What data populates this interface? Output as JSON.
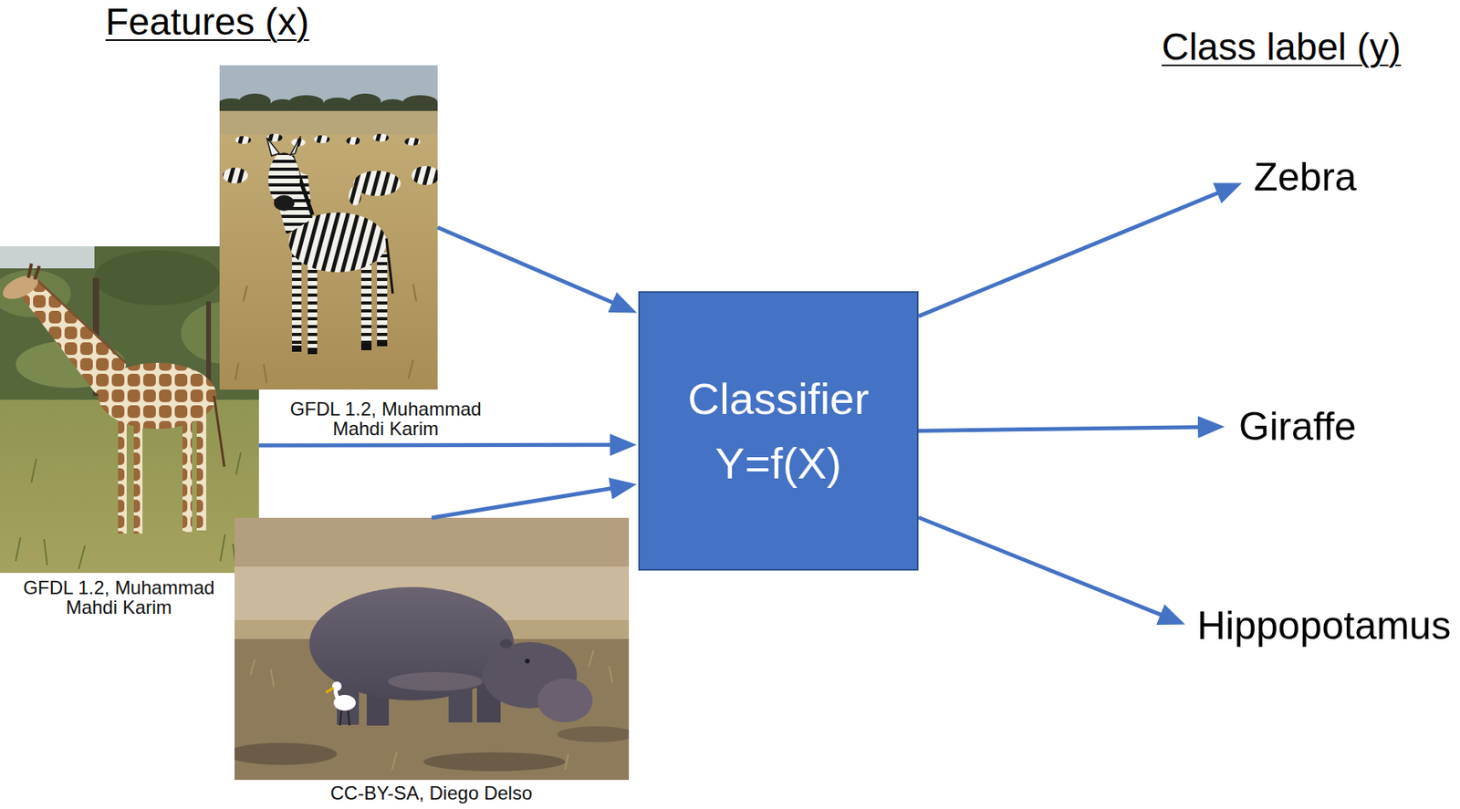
{
  "diagram": {
    "nodes": [
      {
        "text": [
          "GFDL 1.2, Muhammad Mahdi Karim"
        ]
      },
      {
        "text": [
          "GFDL 1.2, Muhammad Mahdi Karim"
        ]
      },
      {
        "text": [
          "CC-BY-SA, Diego Delso"
        ]
      },
      {
        "text": [
          "Classifier Y=f(X)"
        ]
      },
      {
        "text": [
          "Zebra"
        ]
      },
      {
        "text": [
          "Giraffe"
        ]
      },
      {
        "text": [
          "Hippopotamus"
        ]
      }
    ],
    "edges": [
      {
        "from": 0,
        "to": 3,
        "arrow": "to"
      },
      {
        "from": 1,
        "to": 3,
        "arrow": "to"
      },
      {
        "from": 2,
        "to": 3,
        "arrow": "to"
      },
      {
        "from": 3,
        "to": 4,
        "arrow": "to"
      },
      {
        "from": 3,
        "to": 5,
        "arrow": "to"
      },
      {
        "from": 3,
        "to": 6,
        "arrow": "to"
      }
    ],
    "labels": [
      "Features (x)",
      "Class label (y)"
    ]
  }
}
